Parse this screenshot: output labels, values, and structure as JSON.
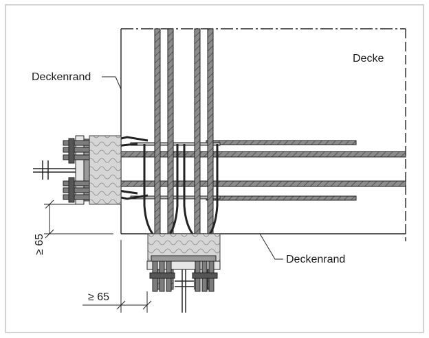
{
  "labels": {
    "slab": "Decke",
    "edge_top": "Deckenrand",
    "edge_bottom": "Deckenrand",
    "dim_vertical": "≥ 65",
    "dim_horizontal": "≥ 65"
  },
  "colors": {
    "line": "#222222",
    "rebar_fill": "#8c8c8c",
    "insulation_fill": "#d6d6d6",
    "frame": "#b4b4b4"
  }
}
